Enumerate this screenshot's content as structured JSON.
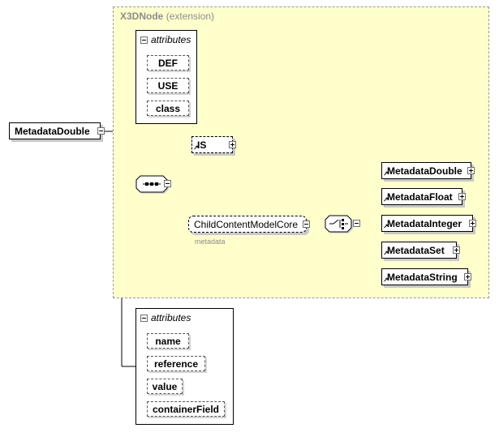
{
  "extension": {
    "base_name": "X3DNode",
    "suffix": "(extension)"
  },
  "root": {
    "label": "MetadataDouble"
  },
  "inherited_attributes": {
    "header": "attributes",
    "items": [
      "DEF",
      "USE",
      "class"
    ]
  },
  "own_attributes": {
    "header": "attributes",
    "items": [
      "name",
      "reference",
      "value",
      "containerField"
    ]
  },
  "sequence": {
    "is_element": {
      "label": "IS"
    },
    "group": {
      "label": "ChildContentModelCore",
      "sublabel": "metadata"
    }
  },
  "choice_children": [
    "MetadataDouble",
    "MetadataFloat",
    "MetadataInteger",
    "MetadataSet",
    "MetadataString"
  ],
  "icons": {
    "collapse": "minus-box-icon",
    "expand": "plus-box-icon",
    "sequence": "sequence-compositor-icon",
    "choice": "choice-compositor-icon",
    "reference": "reference-arrow-icon"
  }
}
